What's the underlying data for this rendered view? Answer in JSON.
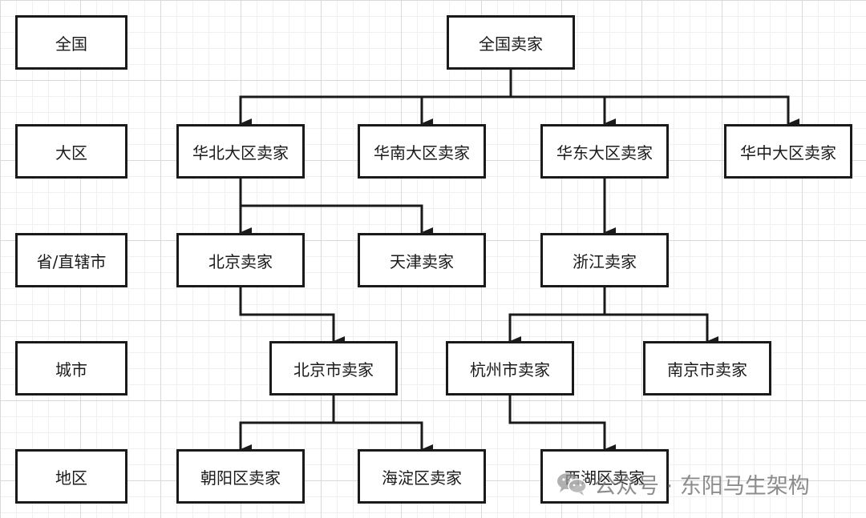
{
  "levels": [
    "全国",
    "大区",
    "省/直辖市",
    "城市",
    "地区"
  ],
  "nodes": {
    "national": "全国卖家",
    "north": "华北大区卖家",
    "south": "华南大区卖家",
    "east": "华东大区卖家",
    "central": "华中大区卖家",
    "beijing": "北京卖家",
    "tianjin": "天津卖家",
    "zhejiang": "浙江卖家",
    "beijing_city": "北京市卖家",
    "hangzhou": "杭州市卖家",
    "nanjing": "南京市卖家",
    "chaoyang": "朝阳区卖家",
    "haidian": "海淀区卖家",
    "xihu": "西湖区卖家"
  },
  "watermark": "公众号 · 东阳马生架构",
  "watermark_icon": "wechat-icon"
}
